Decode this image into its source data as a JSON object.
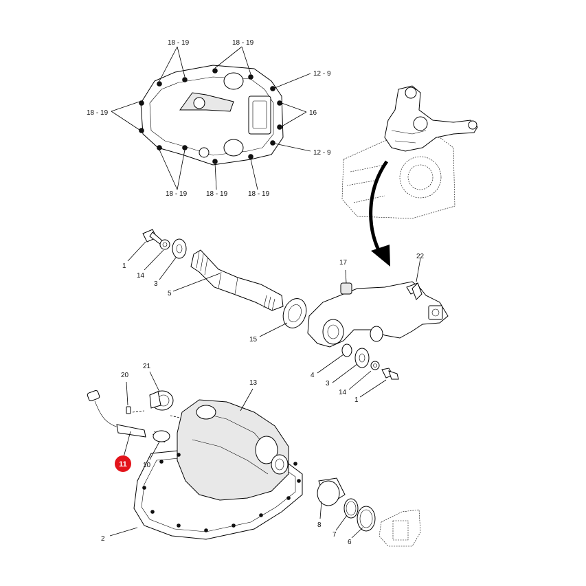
{
  "labels": {
    "top_18_19_a": "18 - 19",
    "top_18_19_b": "18 - 19",
    "left_18_19": "18 - 19",
    "right_12_9_a": "12 - 9",
    "right_16": "16",
    "right_12_9_b": "12 - 9",
    "bot_18_19_a": "18 - 19",
    "bot_18_19_b": "18 - 19",
    "bot_18_19_c": "18 - 19",
    "p1_left": "1",
    "p14_left": "14",
    "p3_left": "3",
    "p5": "5",
    "p17": "17",
    "p22": "22",
    "p15": "15",
    "p4": "4",
    "p3_right": "3",
    "p14_right": "14",
    "p1_right": "1",
    "p20": "20",
    "p21": "21",
    "p13": "13",
    "p11": "11",
    "p10": "10",
    "p2": "2",
    "p8": "8",
    "p7": "7",
    "p6": "6"
  },
  "colors": {
    "highlight": "#e3141b",
    "line": "#000000",
    "background": "#ffffff"
  }
}
